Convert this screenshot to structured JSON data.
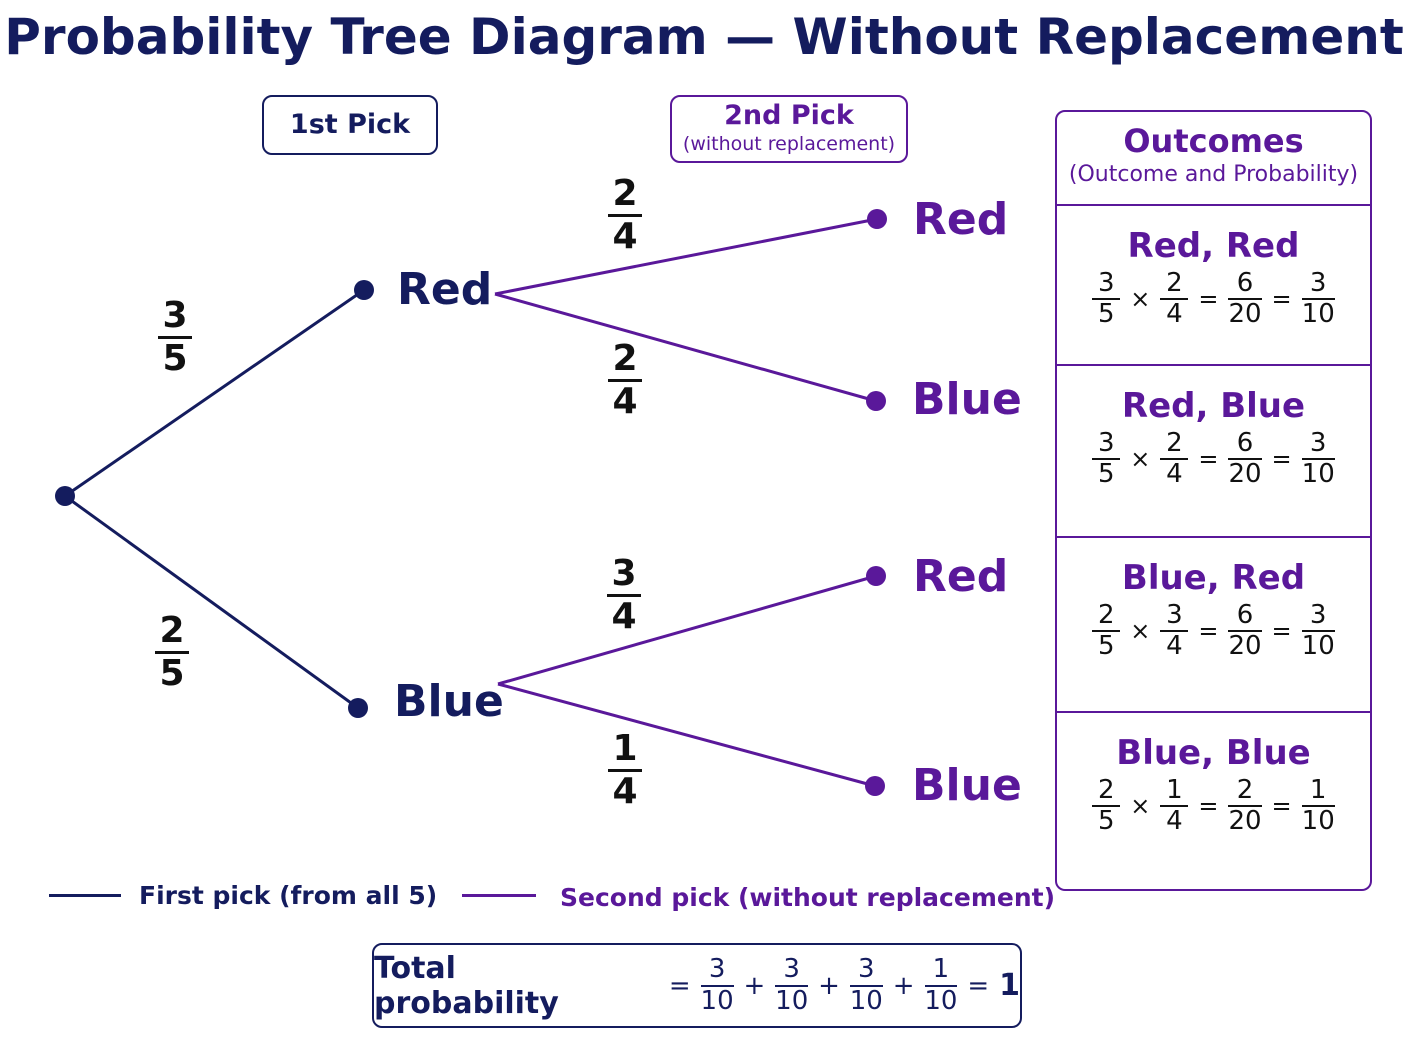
{
  "title": "Probability Tree Diagram — Without Replacement",
  "colors": {
    "first_pick": "#141c5e",
    "second_pick": "#5a189a"
  },
  "headers": {
    "first": "1st Pick",
    "second": "2nd Pick",
    "second_sub": "(without replacement)"
  },
  "tree": {
    "first_branches": [
      {
        "label": "Red",
        "prob": {
          "n": "3",
          "d": "5"
        }
      },
      {
        "label": "Blue",
        "prob": {
          "n": "2",
          "d": "5"
        }
      }
    ],
    "second_branches": [
      {
        "from": "Red",
        "label": "Red",
        "prob": {
          "n": "2",
          "d": "4"
        }
      },
      {
        "from": "Red",
        "label": "Blue",
        "prob": {
          "n": "2",
          "d": "4"
        }
      },
      {
        "from": "Blue",
        "label": "Red",
        "prob": {
          "n": "3",
          "d": "4"
        }
      },
      {
        "from": "Blue",
        "label": "Blue",
        "prob": {
          "n": "1",
          "d": "4"
        }
      }
    ]
  },
  "outcomes": {
    "title": "Outcomes",
    "subtitle": "(Outcome and Probability)",
    "rows": [
      {
        "label": "Red, Red",
        "a": {
          "n": "3",
          "d": "5"
        },
        "b": {
          "n": "2",
          "d": "4"
        },
        "c": {
          "n": "6",
          "d": "20"
        },
        "r": {
          "n": "3",
          "d": "10"
        }
      },
      {
        "label": "Red, Blue",
        "a": {
          "n": "3",
          "d": "5"
        },
        "b": {
          "n": "2",
          "d": "4"
        },
        "c": {
          "n": "6",
          "d": "20"
        },
        "r": {
          "n": "3",
          "d": "10"
        }
      },
      {
        "label": "Blue, Red",
        "a": {
          "n": "2",
          "d": "5"
        },
        "b": {
          "n": "3",
          "d": "4"
        },
        "c": {
          "n": "6",
          "d": "20"
        },
        "r": {
          "n": "3",
          "d": "10"
        }
      },
      {
        "label": "Blue, Blue",
        "a": {
          "n": "2",
          "d": "5"
        },
        "b": {
          "n": "1",
          "d": "4"
        },
        "c": {
          "n": "2",
          "d": "20"
        },
        "r": {
          "n": "1",
          "d": "10"
        }
      }
    ],
    "times": "×",
    "equals": "="
  },
  "legend": {
    "first": "First pick (from all 5)",
    "second": "Second pick (without replacement)"
  },
  "total": {
    "label": "Total probability",
    "equals": "=",
    "plus": "+",
    "terms": [
      {
        "n": "3",
        "d": "10"
      },
      {
        "n": "3",
        "d": "10"
      },
      {
        "n": "3",
        "d": "10"
      },
      {
        "n": "1",
        "d": "10"
      }
    ],
    "result": "1"
  }
}
